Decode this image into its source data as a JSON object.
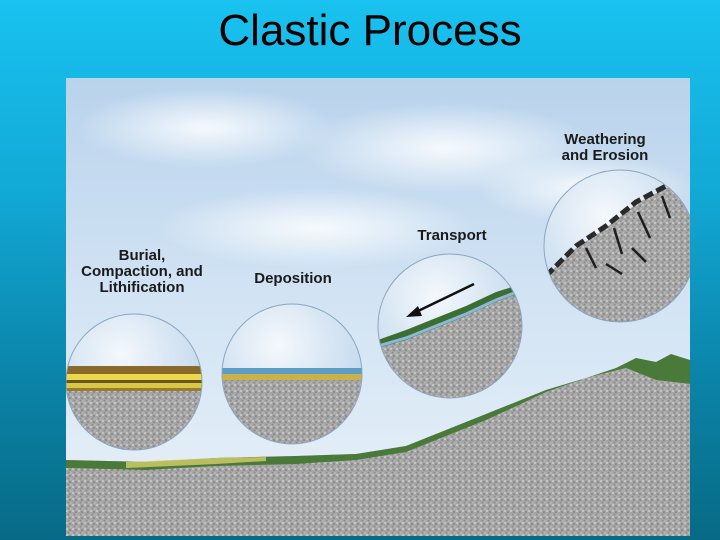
{
  "slide": {
    "title": "Clastic Process"
  },
  "diagram": {
    "stages": [
      {
        "id": "weathering",
        "label": "Weathering\nand Erosion"
      },
      {
        "id": "transport",
        "label": "Transport"
      },
      {
        "id": "deposition",
        "label": "Deposition"
      },
      {
        "id": "burial",
        "label": "Burial,\nCompaction, and\nLithification"
      }
    ],
    "colors": {
      "sky": "#c9def0",
      "rock": "#a8a8a8",
      "vegetation": "#3c6e32",
      "water": "#5d9cc4",
      "sediment_yellow": "#e8d84a",
      "sediment_brown": "#8a6a2c"
    }
  }
}
